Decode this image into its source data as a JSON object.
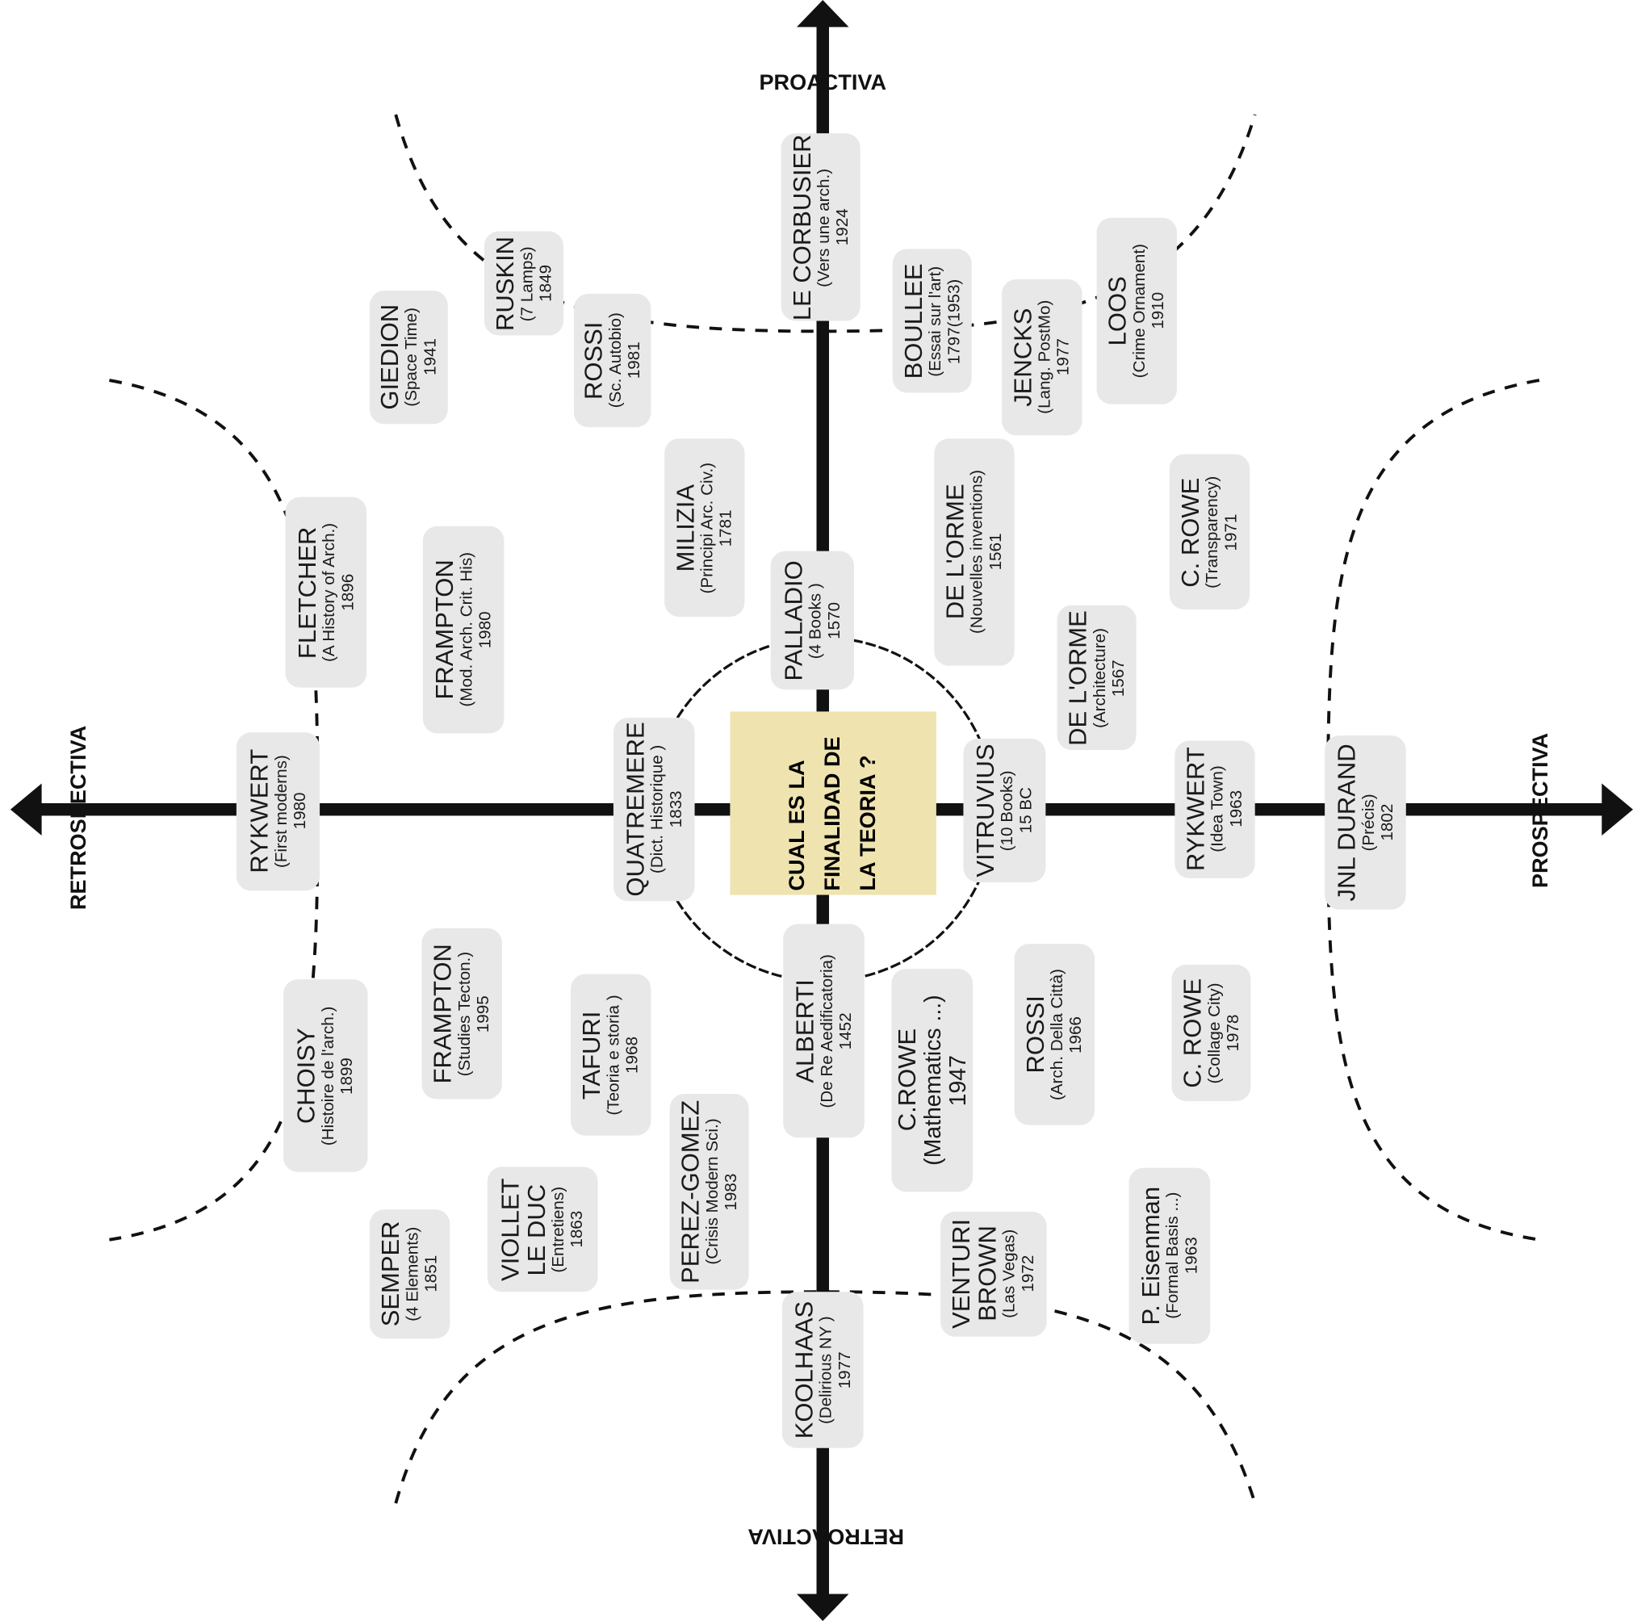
{
  "axes": {
    "top": "PROACTIVA",
    "bottom": "RETROACTIVA",
    "left": "RETROSPECTIVA",
    "right": "PROSPECTIVA"
  },
  "center_question": [
    "CUAL ES LA",
    "FINALIDAD DE",
    "LA TEORIA ?"
  ],
  "colors": {
    "card": "#e8e8e8",
    "center": "#efe3b0",
    "ink": "#111111"
  },
  "boxes": [
    {
      "lines": [
        "LE CORBUSIER",
        "(Vers une arch.)",
        "1924"
      ]
    },
    {
      "lines": [
        "RUSKIN",
        "(7 Lamps)",
        "1849"
      ]
    },
    {
      "lines": [
        "ROSSI",
        "(Sc. Autobio)",
        "1981"
      ]
    },
    {
      "lines": [
        "GIEDION",
        "(Space Time)",
        "1941"
      ]
    },
    {
      "lines": [
        "BOULLEE",
        "(Essai sur l'art)",
        "1797(1953)"
      ]
    },
    {
      "lines": [
        "JENCKS",
        "(Lang. PostMo)",
        "1977"
      ]
    },
    {
      "lines": [
        "LOOS",
        "(Crime Ornament)",
        "1910"
      ]
    },
    {
      "lines": [
        "MILIZIA",
        "(Principi Arc. Civ.)",
        "1781"
      ]
    },
    {
      "lines": [
        "DE L'ORME",
        "(Nouvelles inventions)",
        "1561"
      ]
    },
    {
      "lines": [
        "C. ROWE",
        "(Transparency)",
        "1971"
      ]
    },
    {
      "lines": [
        "FLETCHER",
        "(A History of Arch.)",
        "1896"
      ]
    },
    {
      "lines": [
        "FRAMPTON",
        "(Mod. Arch. Crit. His)",
        "1980"
      ]
    },
    {
      "lines": [
        "PALLADIO",
        "(4 Books )",
        "1570"
      ]
    },
    {
      "lines": [
        "DE L'ORME",
        "(Architecture)",
        "1567"
      ]
    },
    {
      "lines": [
        "RYKWERT",
        "(First moderns)",
        "1980"
      ]
    },
    {
      "lines": [
        "QUATREMERE",
        "(Dict. Historique )",
        "1833"
      ]
    },
    {
      "lines": [
        "VITRUVIUS",
        "(10 Books)",
        "15 BC"
      ]
    },
    {
      "lines": [
        "RYKWERT",
        "(Idea Town)",
        "1963"
      ]
    },
    {
      "lines": [
        "JNL DURAND",
        "(Précis)",
        "1802"
      ]
    },
    {
      "lines": [
        "FRAMPTON",
        "(Studies Tecton.)",
        "1995"
      ]
    },
    {
      "lines": [
        "CHOISY",
        "(Histoire de l'arch.)",
        "1899"
      ]
    },
    {
      "lines": [
        "TAFURI",
        "(Teoria e storia )",
        "1968"
      ]
    },
    {
      "lines": [
        "ALBERTI",
        "(De Re Aedificatoria)",
        "1452"
      ]
    },
    {
      "lines": [
        "C.ROWE",
        "(Mathematics ...)",
        "1947"
      ]
    },
    {
      "lines": [
        "ROSSI",
        "(Arch. Della Città)",
        "1966"
      ]
    },
    {
      "lines": [
        "C.  ROWE",
        "(Collage City)",
        "1978"
      ]
    },
    {
      "lines": [
        "SEMPER",
        "(4 Elements)",
        "1851"
      ]
    },
    {
      "lines": [
        "VIOLLET",
        "LE DUC",
        "(Entretiens)",
        "1863"
      ]
    },
    {
      "lines": [
        "PEREZ-GOMEZ",
        "(Crisis Modern Sci.)",
        "1983"
      ]
    },
    {
      "lines": [
        "KOOLHAAS",
        "(Delirious NY )",
        "1977"
      ]
    },
    {
      "lines": [
        "VENTURI",
        "BROWN",
        "(Las Vegas)",
        "1972"
      ]
    },
    {
      "lines": [
        "P. Eisenman",
        "(Formal Basis ...)",
        "1963"
      ]
    }
  ]
}
